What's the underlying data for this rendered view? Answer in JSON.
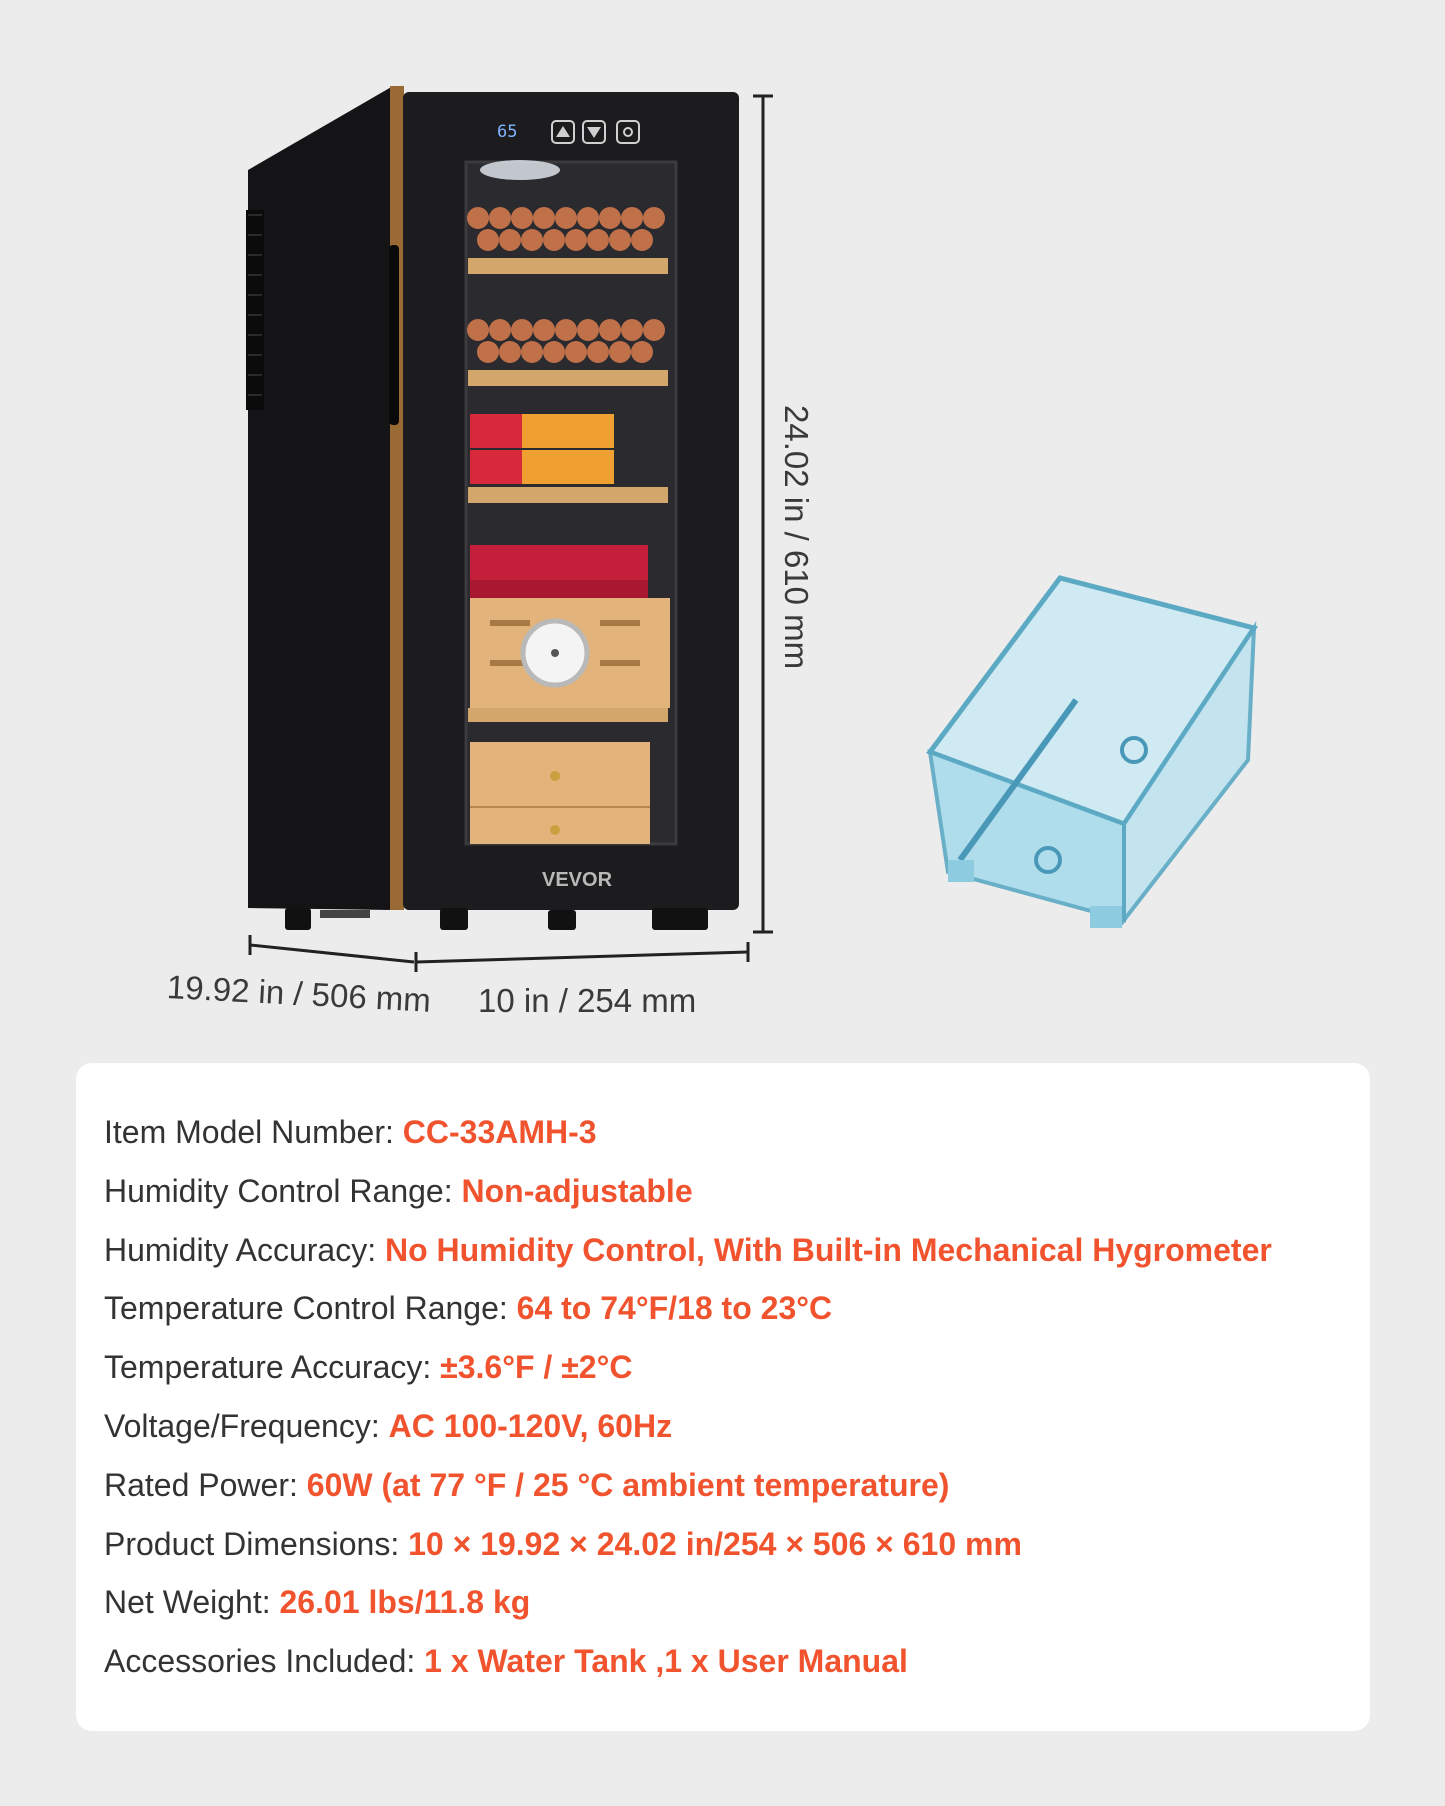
{
  "product": {
    "brand": "VEVOR",
    "display_readout": "65",
    "colors": {
      "cabinet": "#1c1c1e",
      "wood_trim": "#9a6a34",
      "glass_tank": "#9fd8ea"
    },
    "controls": [
      {
        "icon": "arrow-up-icon"
      },
      {
        "icon": "arrow-down-icon"
      },
      {
        "icon": "light-icon"
      }
    ]
  },
  "dimensions": {
    "height": "24.02 in / 610 mm",
    "depth": "19.92 in / 506 mm",
    "width": "10 in / 254 mm"
  },
  "specs": [
    {
      "label": "Item Model Number: ",
      "value": "CC-33AMH-3"
    },
    {
      "label": "Humidity Control Range:  ",
      "value": "Non-adjustable"
    },
    {
      "label": "Humidity Accuracy: ",
      "value": "No Humidity Control, With Built-in Mechanical Hygrometer"
    },
    {
      "label": "Temperature Control Range: ",
      "value": "64 to 74°F/18 to 23°C"
    },
    {
      "label": "Temperature Accuracy: ",
      "value": "±3.6°F / ±2°C"
    },
    {
      "label": "Voltage/Frequency: ",
      "value": "AC 100-120V, 60Hz"
    },
    {
      "label": "Rated Power:  ",
      "value": "60W (at 77 °F / 25 °C ambient temperature)"
    },
    {
      "label": "Product Dimensions: ",
      "value": "10 × 19.92 × 24.02 in/254 × 506 × 610 mm"
    },
    {
      "label": "Net Weight: ",
      "value": "26.01 lbs/11.8 kg"
    },
    {
      "label": "Accessories Included: ",
      "value": "1 x Water Tank ,1 x User Manual"
    }
  ],
  "colors": {
    "background": "#ececed",
    "card": "#ffffff",
    "label_text": "#333333",
    "value_text": "#f0532d"
  }
}
